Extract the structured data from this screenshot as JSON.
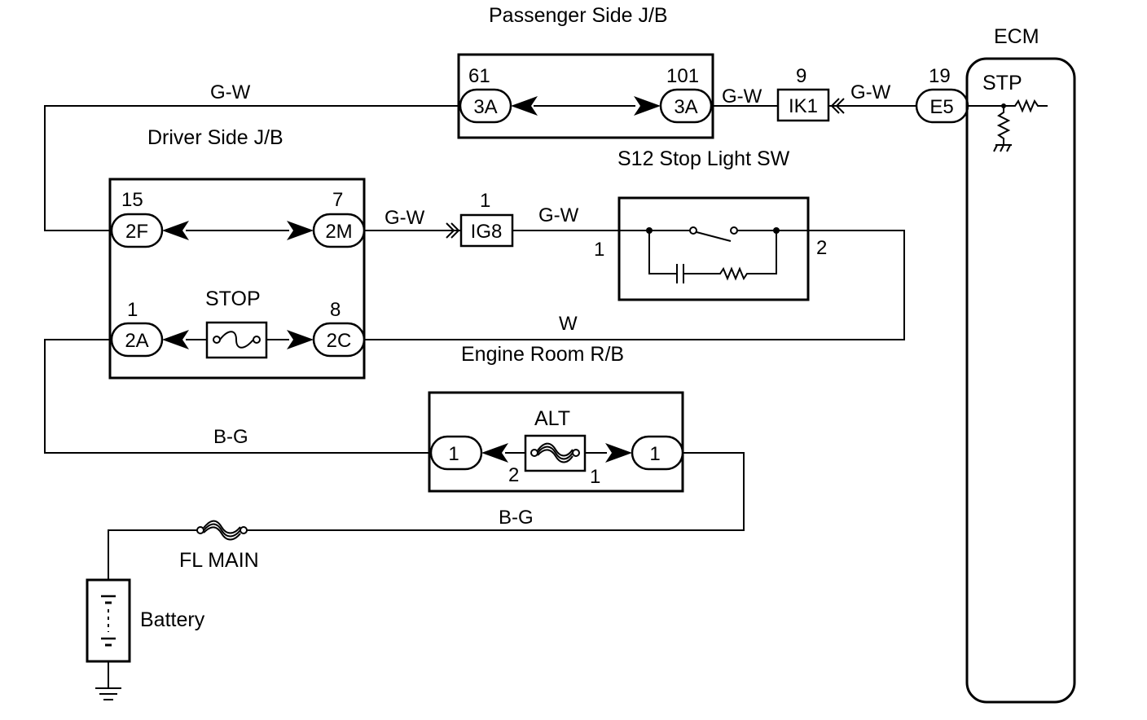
{
  "labels": {
    "passenger_jb": "Passenger Side J/B",
    "driver_jb": "Driver Side J/B",
    "engine_rb": "Engine Room R/B",
    "ecm": "ECM",
    "stp": "STP",
    "stop_light_sw": "S12 Stop Light SW",
    "stop_fuse": "STOP",
    "alt_fuse": "ALT",
    "fl_main": "FL MAIN",
    "battery": "Battery"
  },
  "wires": {
    "gw_top_left": "G-W",
    "gw_pj_ik1": "G-W",
    "gw_ik1_e5": "G-W",
    "gw_2m_ig8": "G-W",
    "gw_ig8_sw": "G-W",
    "w_sw_2c": "W",
    "bg_2a_alt": "B-G",
    "bg_main": "B-G"
  },
  "connectors": {
    "pj_left": {
      "code": "3A",
      "pin": "61"
    },
    "pj_right": {
      "code": "3A",
      "pin": "101"
    },
    "ik1": {
      "code": "IK1",
      "pin": "9"
    },
    "e5": {
      "code": "E5",
      "pin": "19"
    },
    "dj_2f": {
      "code": "2F",
      "pin": "15"
    },
    "dj_2m": {
      "code": "2M",
      "pin": "7"
    },
    "ig8": {
      "code": "IG8",
      "pin": "1"
    },
    "dj_2a": {
      "code": "2A",
      "pin": "1"
    },
    "dj_2c": {
      "code": "2C",
      "pin": "8"
    },
    "alt_left": {
      "code": "1"
    },
    "alt_right": {
      "code": "1"
    }
  },
  "pins": {
    "sw_in": "1",
    "sw_out": "2",
    "alt_in": "2",
    "alt_out": "1"
  }
}
